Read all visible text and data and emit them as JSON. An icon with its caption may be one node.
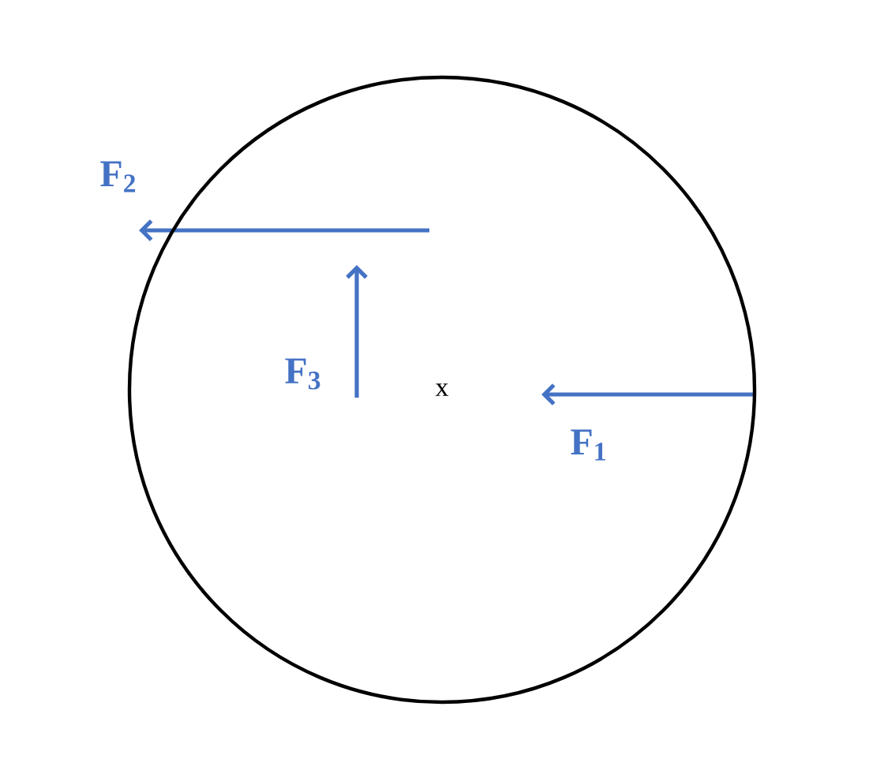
{
  "diagram": {
    "nodes": [
      {
        "text": [
          "x"
        ]
      }
    ],
    "labels": [
      "F$_{2}$",
      "F$_{3}$",
      "F$_{1}$"
    ]
  }
}
